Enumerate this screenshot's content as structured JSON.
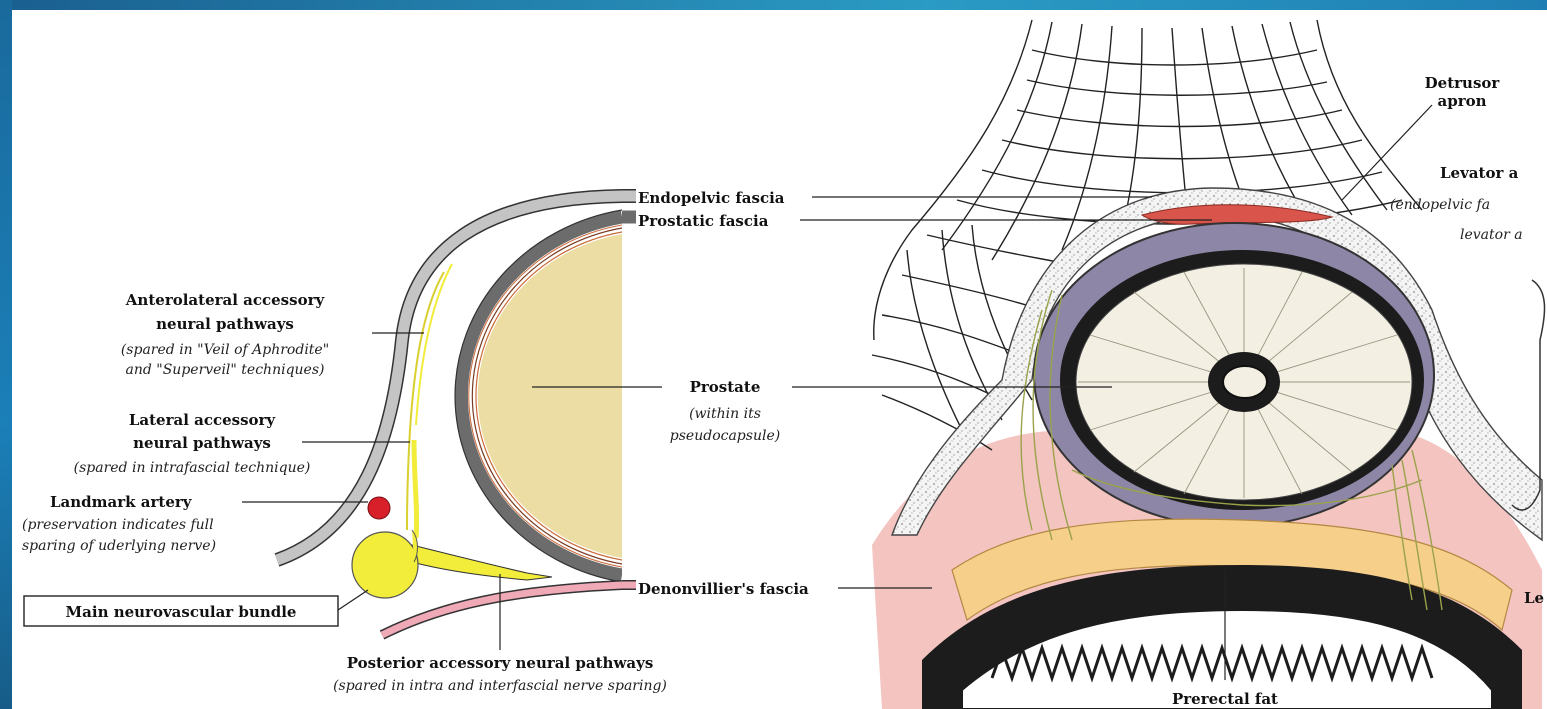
{
  "left_labels": {
    "endopelvic_fascia": "Endopelvic fascia",
    "prostatic_fascia": "Prostatic fascia",
    "anterolateral_1": "Anterolateral accessory",
    "anterolateral_2": "neural pathways",
    "anterolateral_note_1": "(spared in \"Veil of Aphrodite\"",
    "anterolateral_note_2": "and \"Superveil\" techniques)",
    "lateral_1": "Lateral accessory",
    "lateral_2": "neural pathways",
    "lateral_note": "(spared in intrafascial technique)",
    "landmark": "Landmark artery",
    "landmark_note_1": "(preservation indicates full",
    "landmark_note_2": "sparing of uderlying nerve)",
    "main_bundle": "Main neurovascular bundle",
    "prostate": "Prostate",
    "prostate_note_1": "(within its",
    "prostate_note_2": "pseudocapsule)",
    "denonvillier": "Denonvillier's fascia",
    "posterior": "Posterior accessory neural pathways",
    "posterior_note": "(spared in intra and interfascial nerve sparing)"
  },
  "right_labels": {
    "detrusor_1": "Detrusor",
    "detrusor_2": "apron",
    "levator_1": "Levator a",
    "levator_note_1": "(endopelvic fa",
    "levator_note_2": "levator a",
    "le": "Le",
    "prerectal": "Prerectal fat"
  },
  "colors": {
    "prostate_fill": "#ebdda4",
    "nerve_yellow": "#f2ec3a",
    "artery_red": "#d8202a",
    "fascia_grey": "#b9b9b9",
    "fascia_dark": "#6c6c6c",
    "denonvillier_pink": "#f0a9b6",
    "detrusor_red": "#d9544a",
    "capsule_violet": "#8e86a6",
    "fat_orange": "#f6cf8a",
    "pink_tissue": "#f3c4c0"
  }
}
